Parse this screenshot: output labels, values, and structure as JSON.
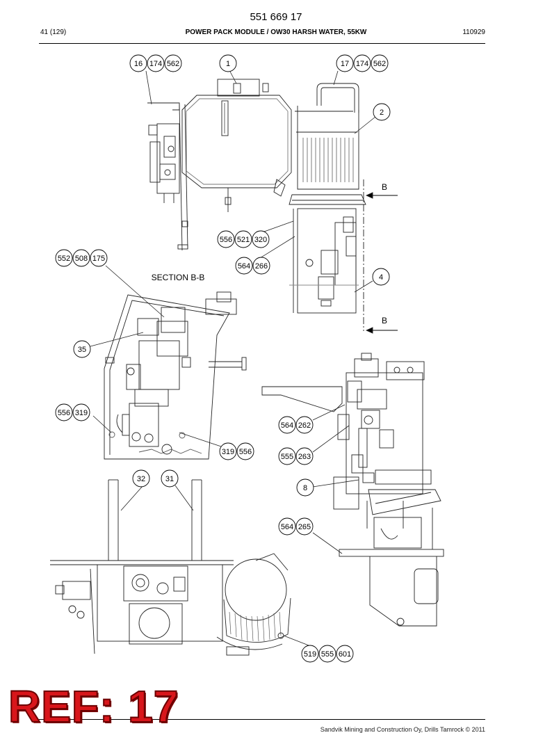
{
  "header": {
    "doc_number": "551 669 17",
    "page": "41 (129)",
    "title": "POWER PACK MODULE / OW30 HARSH WATER, 55KW",
    "date_code": "110929"
  },
  "callouts": {
    "c_16_174_562": [
      "16",
      "174",
      "562"
    ],
    "c_1": [
      "1"
    ],
    "c_17_174_562": [
      "17",
      "174",
      "562"
    ],
    "c_2": [
      "2"
    ],
    "c_556_521_320": [
      "556",
      "521",
      "320"
    ],
    "c_564_266": [
      "564",
      "266"
    ],
    "c_552_508_175": [
      "552",
      "508",
      "175"
    ],
    "c_4": [
      "4"
    ],
    "c_35": [
      "35"
    ],
    "c_556_319": [
      "556",
      "319"
    ],
    "c_319_556": [
      "319",
      "556"
    ],
    "c_564_262": [
      "564",
      "262"
    ],
    "c_555_263": [
      "555",
      "263"
    ],
    "c_32": [
      "32"
    ],
    "c_31": [
      "31"
    ],
    "c_8": [
      "8"
    ],
    "c_564_265": [
      "564",
      "265"
    ],
    "c_519_555_601": [
      "519",
      "555",
      "601"
    ]
  },
  "labels": {
    "section_title": "SECTION B-B",
    "section_mark_top": "B",
    "section_mark_bottom": "B"
  },
  "stamp": {
    "text": "REF: 17",
    "color": "#d8161b"
  },
  "footer": {
    "copyright": "Sandvik Mining and Construction Oy, Drills Tamrock © 2011"
  }
}
